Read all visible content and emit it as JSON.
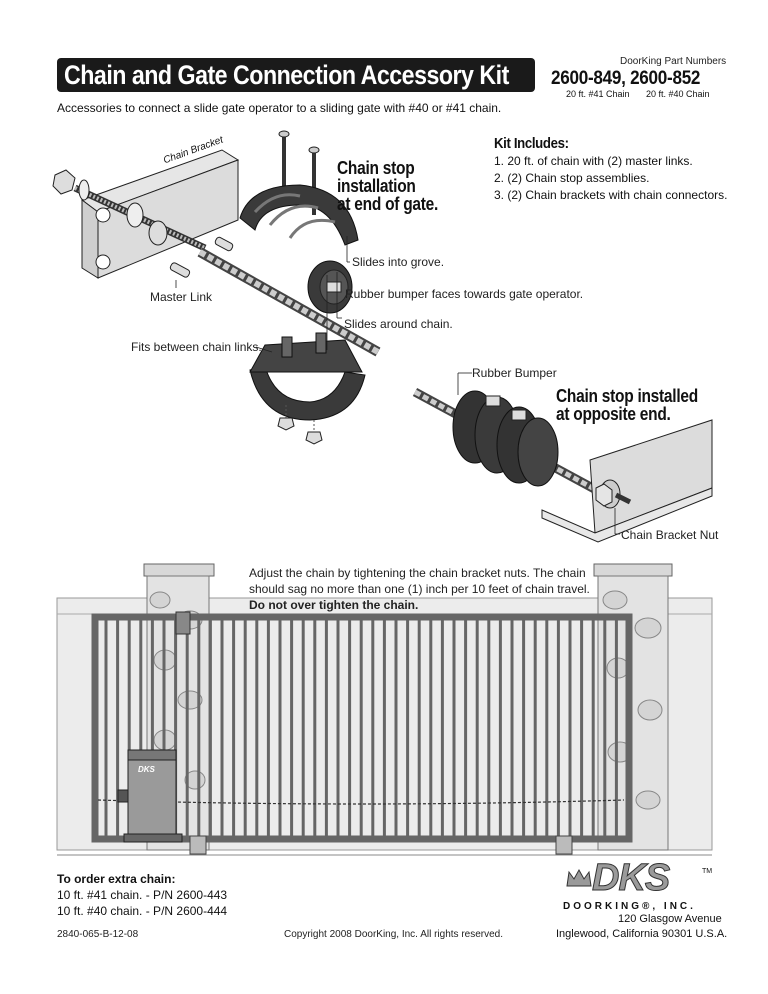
{
  "title": "Chain and Gate Connection Accessory Kit",
  "part_numbers": {
    "caption": "DoorKing Part Numbers",
    "numbers": "2600-849, 2600-852",
    "sub_849": "20 ft. #41 Chain",
    "sub_852": "20 ft. #40 Chain"
  },
  "intro": "Accessories to connect a slide gate operator to a sliding gate with #40 or #41 chain.",
  "kit": {
    "heading": "Kit Includes:",
    "items": [
      "1. 20 ft. of chain with (2) master links.",
      "2. (2) Chain stop assemblies.",
      "3. (2) Chain brackets with chain connectors."
    ]
  },
  "diagram1": {
    "heading_line1": "Chain stop",
    "heading_line2": "installation",
    "heading_line3": "at end of gate.",
    "bracket_text": "Chain Bracket",
    "callouts": {
      "slides_groove": "Slides into grove.",
      "rubber_bumper_faces": "Rubber bumper faces towards gate operator.",
      "slides_around": "Slides around chain.",
      "master_link": "Master Link",
      "fits_between": "Fits between chain links."
    }
  },
  "diagram2": {
    "heading_line1": "Chain stop installed",
    "heading_line2": "at opposite end.",
    "rubber_bumper": "Rubber Bumper",
    "bracket_nut": "Chain Bracket Nut"
  },
  "adjust": {
    "line1": "Adjust the chain by tightening the chain bracket nuts. The chain",
    "line2": "should sag no more than one (1) inch per 10 feet of chain travel.",
    "line3": "Do not over tighten the chain."
  },
  "operator_logo": "DKS",
  "order": {
    "heading": "To order extra chain:",
    "line1": "10 ft. #41 chain. - P/N 2600-443",
    "line2": "10 ft. #40 chain. - P/N 2600-444"
  },
  "footer": {
    "doc_code": "2840-065-B-12-08",
    "copyright": "Copyright 2008 DoorKing, Inc. All rights reserved.",
    "logo": "DKS",
    "tm": "TM",
    "company": "DOORKING®, INC.",
    "address1": "120 Glasgow Avenue",
    "address2": "Inglewood, California 90301 U.S.A."
  },
  "colors": {
    "title_bg": "#1a1a1a",
    "logo_fill": "#9a9a9a",
    "stone": "#d9d9d9",
    "gate": "#8a8a8a"
  }
}
